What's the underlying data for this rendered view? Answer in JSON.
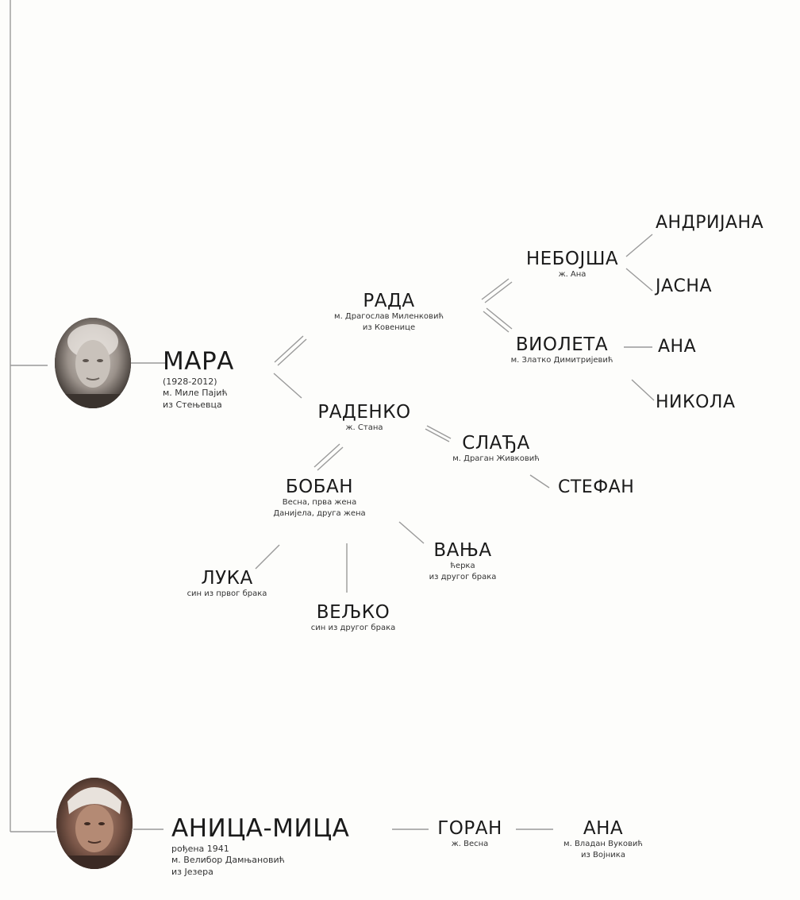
{
  "people": {
    "mara": {
      "name": "МАРА",
      "lines": [
        "(1928-2012)",
        "м. Миле Пајић",
        "из Стењевца"
      ]
    },
    "rada": {
      "name": "РАДА",
      "lines": [
        "м. Драгослав Миленковић",
        "из Ковенице"
      ]
    },
    "radenko": {
      "name": "РАДЕНКО",
      "lines": [
        "ж. Стана"
      ]
    },
    "nebojsa": {
      "name": "НЕБОЈША",
      "lines": [
        "ж. Ана"
      ]
    },
    "violeta": {
      "name": "ВИОЛЕТА",
      "lines": [
        "м. Златко Димитријевић"
      ]
    },
    "andrijana": {
      "name": "АНДРИЈАНА",
      "lines": []
    },
    "jasna": {
      "name": "ЈАСНА",
      "lines": []
    },
    "ana1": {
      "name": "АНА",
      "lines": []
    },
    "nikola": {
      "name": "НИКОЛА",
      "lines": []
    },
    "slaja": {
      "name": "СЛАЂА",
      "lines": [
        "м. Драган Живковић"
      ]
    },
    "stefan": {
      "name": "СТЕФАН",
      "lines": []
    },
    "boban": {
      "name": "БОБАН",
      "lines": [
        "Весна, прва жена",
        "Данијела, друга жена"
      ]
    },
    "luka": {
      "name": "ЛУКА",
      "lines": [
        "син из првог брака"
      ]
    },
    "veljko": {
      "name": "ВЕЉКО",
      "lines": [
        "син из другог брака"
      ]
    },
    "vanja": {
      "name": "ВАЊА",
      "lines": [
        "ћерка",
        "из другог брака"
      ]
    },
    "anica": {
      "name": "АНИЦА-МИЦА",
      "lines": [
        "рођена 1941",
        "м. Велибор Дамњановић",
        "из Језера"
      ]
    },
    "goran": {
      "name": "ГОРАН",
      "lines": [
        "ж. Весна"
      ]
    },
    "ana2": {
      "name": "АНА",
      "lines": [
        "м. Владан Вуковић",
        "из Војника"
      ]
    }
  },
  "colors": {
    "line": "#9a9a9a",
    "text": "#1a1a1a",
    "sub": "#333333",
    "background": "#fdfdfb"
  },
  "portraits": {
    "mara": "portrait-photo",
    "anica": "portrait-photo"
  }
}
